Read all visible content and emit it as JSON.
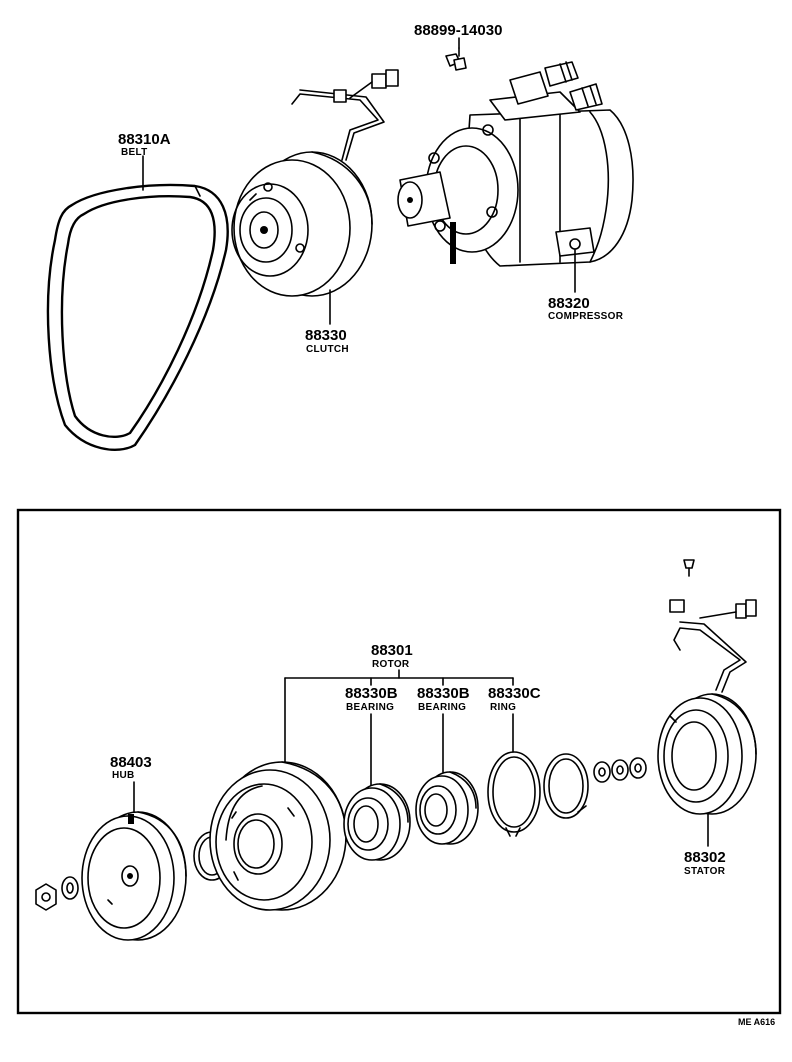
{
  "labels": {
    "bolt_part": "88899-14030",
    "belt_num": "88310A",
    "belt_name": "BELT",
    "clutch_num": "88330",
    "clutch_name": "CLUTCH",
    "compressor_num": "88320",
    "compressor_name": "COMPRESSOR",
    "rotor_num": "88301",
    "rotor_name": "ROTOR",
    "bearing1_num": "88330B",
    "bearing1_name": "BEARING",
    "bearing2_num": "88330B",
    "bearing2_name": "BEARING",
    "ring_num": "88330C",
    "ring_name": "RING",
    "hub_num": "88403",
    "hub_name": "HUB",
    "stator_num": "88302",
    "stator_name": "STATOR",
    "diagram_code": "ME A616"
  }
}
